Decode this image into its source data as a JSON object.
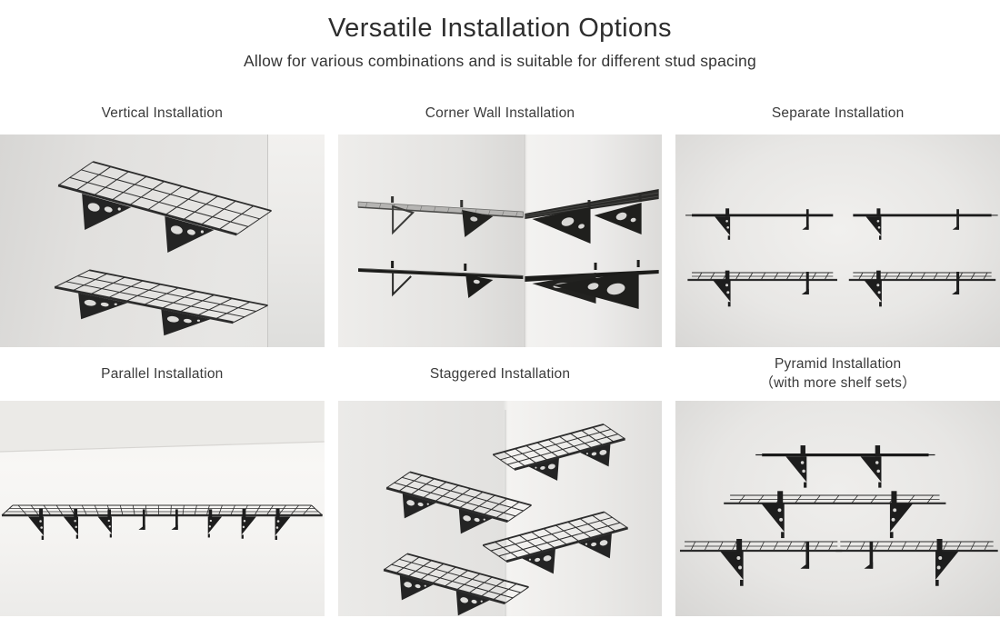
{
  "header": {
    "title": "Versatile Installation Options",
    "subtitle": "Allow for various combinations and is suitable for different stud spacing"
  },
  "panels": [
    {
      "label": "Vertical Installation",
      "sublabel": "",
      "alt": "two wire shelves mounted one above the other on a wall"
    },
    {
      "label": "Corner Wall Installation",
      "sublabel": "",
      "alt": "four wire shelves meeting at an inside wall corner"
    },
    {
      "label": "Separate Installation",
      "sublabel": "",
      "alt": "four wire shelves mounted separately with gaps between them"
    },
    {
      "label": "Parallel Installation",
      "sublabel": "",
      "alt": "shelves joined end to end forming one long continuous shelf"
    },
    {
      "label": "Staggered Installation",
      "sublabel": "",
      "alt": "four wire shelves staggered diagonally around a corner"
    },
    {
      "label": "Pyramid Installation",
      "sublabel": "（with more shelf sets）",
      "alt": "three shelf tiers arranged in a pyramid, wider toward the bottom"
    }
  ],
  "colors": {
    "page_background": "#ffffff",
    "text": "#333333",
    "shelf_metal": "#262626",
    "wall_gray": "#e5e4e2"
  }
}
